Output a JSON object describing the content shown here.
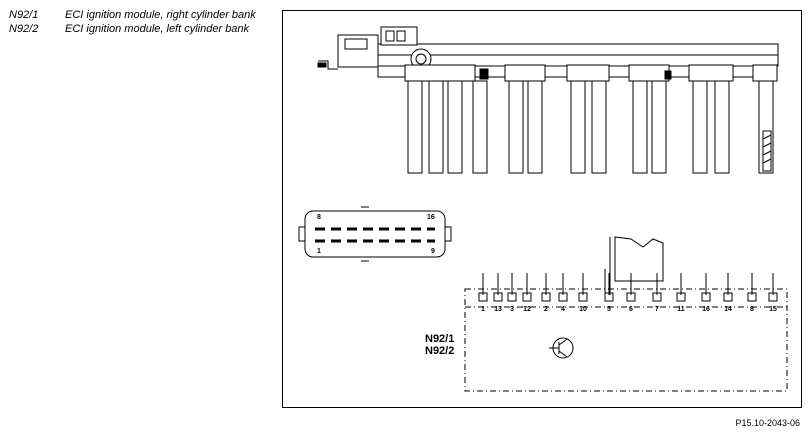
{
  "legend": [
    {
      "code": "N92/1",
      "desc": "ECI ignition module, right cylinder bank"
    },
    {
      "code": "N92/2",
      "desc": "ECI ignition module, left cylinder bank"
    }
  ],
  "connector_face": {
    "pin_top_left": "8",
    "pin_top_right": "16",
    "pin_bottom_left": "1",
    "pin_bottom_right": "9"
  },
  "schematic": {
    "pins": [
      "1",
      "13",
      "3",
      "12",
      "2",
      "4",
      "10",
      "5",
      "6",
      "7",
      "11",
      "16",
      "14",
      "8",
      "15"
    ],
    "module_label_1": "N92/1",
    "module_label_2": "N92/2"
  },
  "figure_ref": "P15.10-2043-06"
}
